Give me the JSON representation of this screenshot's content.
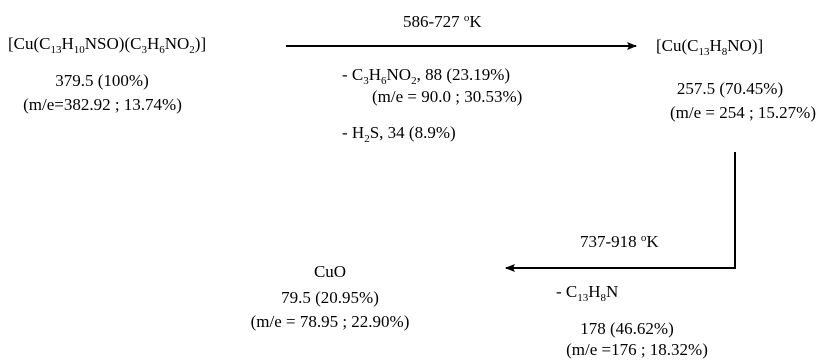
{
  "start": {
    "f1": "[Cu(C",
    "s1": "13",
    "f2": "H",
    "s2": "10",
    "f3": "NSO)(C",
    "s3": "3",
    "f4": "H",
    "s4": "6",
    "f5": "NO",
    "s5": "2",
    "f6": ")]",
    "mass": "379.5 (100%)",
    "ms": "(m/e=382.92 ; 13.74%)"
  },
  "step1": {
    "temp_val": "586-727 ",
    "temp_deg": "o",
    "temp_unit": "K",
    "loss1": {
      "f1": "- C",
      "s1": "3",
      "f2": "H",
      "s2": "6",
      "f3": "NO",
      "s3": "2",
      "f4": ",  88 (23.19%)"
    },
    "loss1_ms": "(m/e = 90.0 ; 30.53%)",
    "loss2": {
      "f1": "- H",
      "s1": "2",
      "f2": "S, 34 (8.9%)"
    }
  },
  "intermediate": {
    "f1": "[Cu(C",
    "s1": "13",
    "f2": "H",
    "s2": "8",
    "f3": "NO)]",
    "mass": "257.5 (70.45%)",
    "ms": "(m/e = 254 ; 15.27%)"
  },
  "step2": {
    "temp_val": "737-918 ",
    "temp_deg": "o",
    "temp_unit": "K",
    "loss": {
      "f1": "- C",
      "s1": "13",
      "f2": "H",
      "s2": "8",
      "f3": "N"
    },
    "loss_mass": "178 (46.62%)",
    "loss_ms": "(m/e =176 ; 18.32%)"
  },
  "product": {
    "formula": "CuO",
    "mass": "79.5 (20.95%)",
    "ms": "(m/e = 78.95 ; 22.90%)"
  }
}
